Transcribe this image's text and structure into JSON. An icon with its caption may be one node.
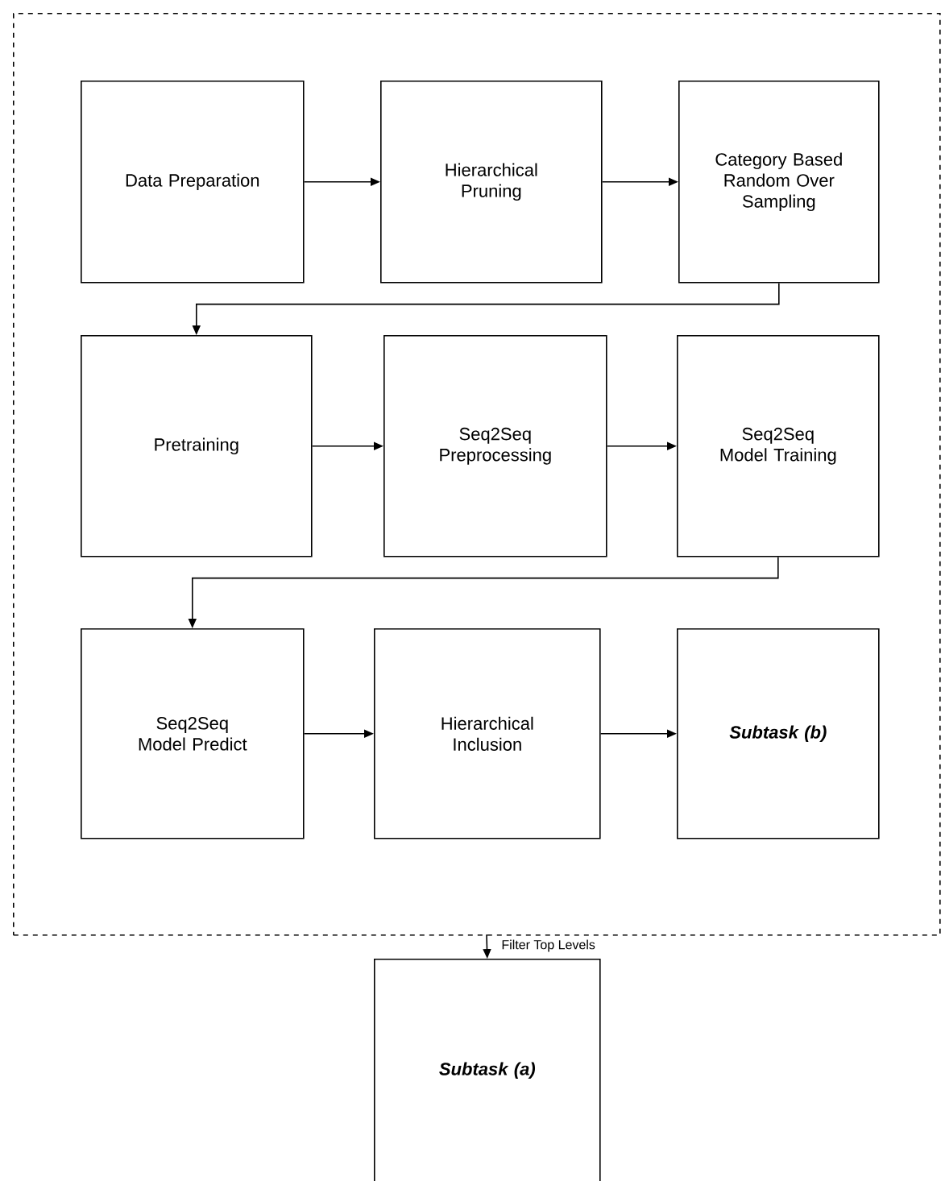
{
  "diagram": {
    "nodes": [
      {
        "text": [],
        "shape": "box"
      },
      {
        "text": [
          "Data Preparation"
        ],
        "in": 0
      },
      {
        "text": [
          "Hierarchical Pruning"
        ],
        "in": 0
      },
      {
        "text": [
          "Category Based Random Over Sampling"
        ],
        "in": 0
      },
      {
        "text": [
          "Pretraining"
        ],
        "in": 0
      },
      {
        "text": [
          "Seq2Seq Preprocessing"
        ],
        "in": 0
      },
      {
        "text": [
          "Seq2Seq Model Training"
        ],
        "in": 0
      },
      {
        "text": [
          "Seq2Seq Model Predict"
        ],
        "in": 0
      },
      {
        "text": [
          "Hierarchical Inclusion"
        ],
        "in": 0
      },
      {
        "text": [
          "Subtask (b)"
        ],
        "in": 0
      },
      {
        "text": [
          "Subtask (a)"
        ]
      }
    ],
    "edges": [
      {
        "from": 1,
        "to": 2,
        "arrow": "to"
      },
      {
        "from": 2,
        "to": 3,
        "arrow": "to"
      },
      {
        "from": 3,
        "to": 4,
        "arrow": "to"
      },
      {
        "from": 4,
        "to": 5,
        "arrow": "to"
      },
      {
        "from": 5,
        "to": 6,
        "arrow": "to"
      },
      {
        "from": 6,
        "to": 7,
        "arrow": "to"
      },
      {
        "from": 7,
        "to": 8,
        "arrow": "to"
      },
      {
        "from": 8,
        "to": 9,
        "arrow": "to"
      },
      {
        "from": 0,
        "to": 10,
        "arrow": "to",
        "label": "Filter Top Levels"
      }
    ]
  }
}
